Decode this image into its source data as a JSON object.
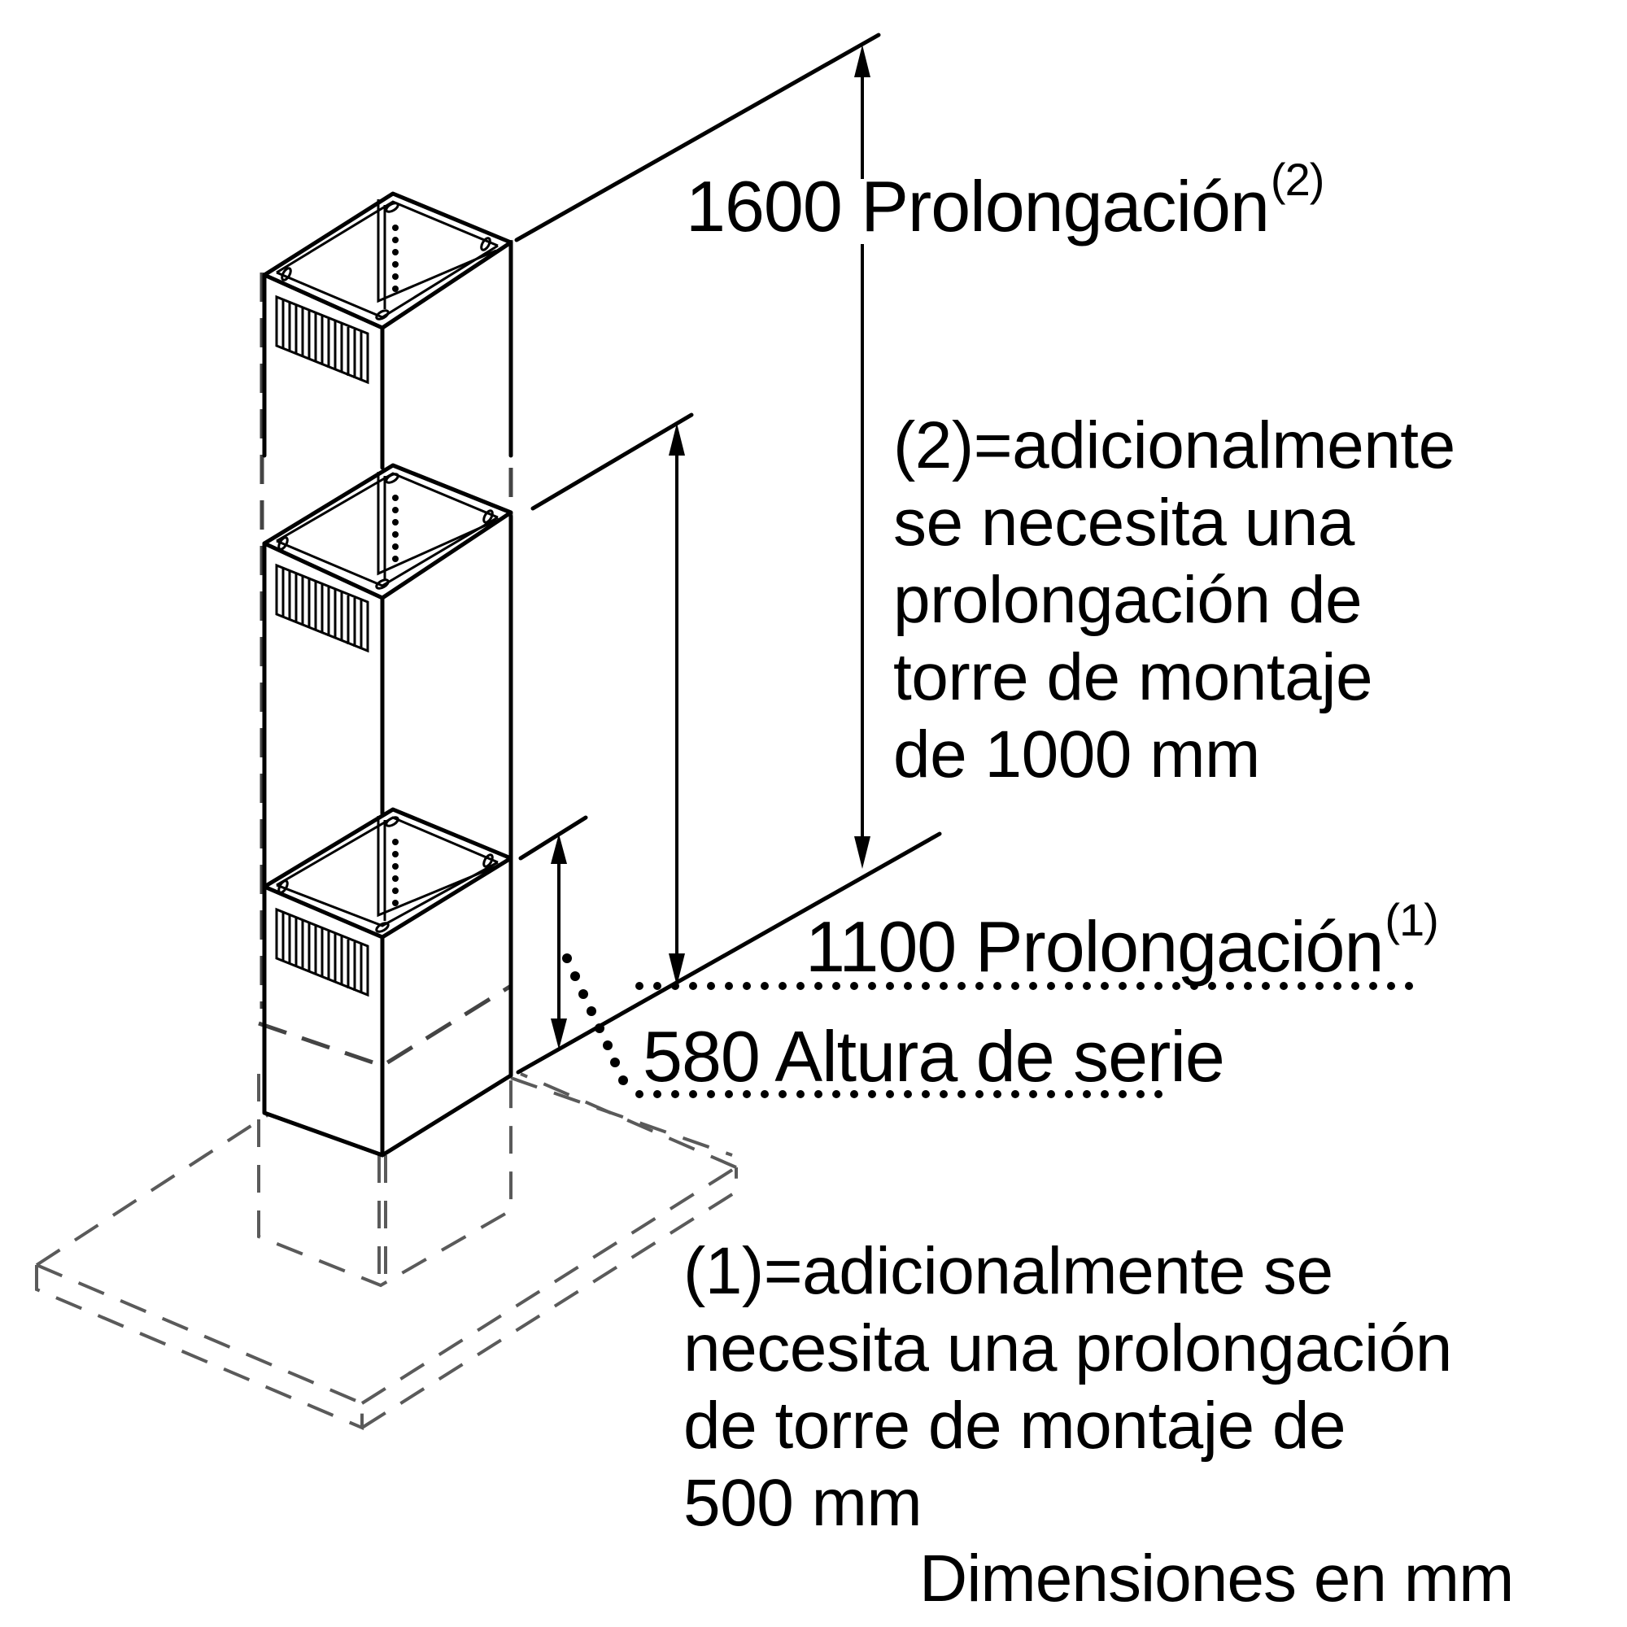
{
  "diagram": {
    "type": "isometric-technical-drawing",
    "subject": "chimney extension tower for cooker hood",
    "colors": {
      "line": "#000000",
      "hidden_line": "#5a5a5a",
      "background": "#ffffff"
    }
  },
  "labels": {
    "dim_1600": {
      "value": "1600",
      "text": "Prolongación",
      "sup": "(2)"
    },
    "dim_1100": {
      "value": "1100",
      "text": "Prolongación",
      "sup": "(1)"
    },
    "dim_580": {
      "value": "580",
      "text": "Altura de serie"
    }
  },
  "notes": {
    "note_2": "(2)=adicionalmente\nse necesita una\nprolongación de\ntorre de montaje\nde 1000 mm",
    "note_1": "(1)=adicionalmente se\nnecesita una prolongación\nde torre de montaje de\n500 mm"
  },
  "footer": {
    "units": "Dimensiones en mm"
  },
  "dimensions_mm": [
    {
      "value": 1600,
      "label": "Prolongación",
      "footnote": 2
    },
    {
      "value": 1100,
      "label": "Prolongación",
      "footnote": 1
    },
    {
      "value": 580,
      "label": "Altura de serie"
    }
  ]
}
